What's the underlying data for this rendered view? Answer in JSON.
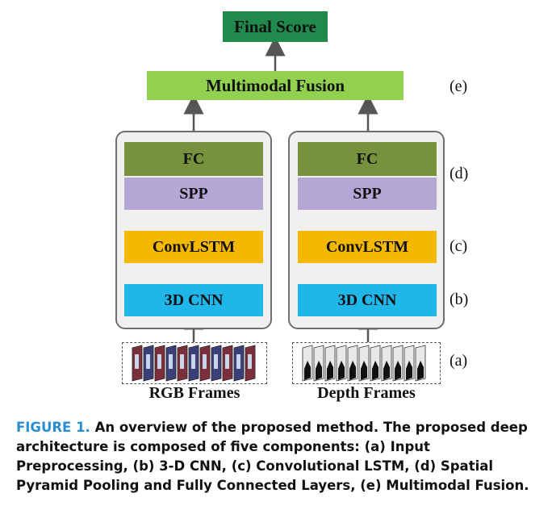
{
  "top": {
    "final_score": "Final Score",
    "fusion": "Multimodal Fusion"
  },
  "branches": [
    {
      "fc": "FC",
      "spp": "SPP",
      "convlstm": "ConvLSTM",
      "cnn": "3D CNN",
      "frames_label": "RGB Frames"
    },
    {
      "fc": "FC",
      "spp": "SPP",
      "convlstm": "ConvLSTM",
      "cnn": "3D CNN",
      "frames_label": "Depth Frames"
    }
  ],
  "stage_labels": {
    "e": "(e)",
    "d": "(d)",
    "c": "(c)",
    "b": "(b)",
    "a": "(a)"
  },
  "caption": {
    "tag": "FIGURE 1.",
    "text": " An overview of the proposed method. The proposed deep architecture is composed of five components: (a) Input Preprocessing, (b) 3-D CNN, (c) Convolutional LSTM, (d) Spatial Pyramid Pooling and Fully Connected Layers, (e) Multimodal Fusion."
  },
  "colors": {
    "final": "#1f8a4c",
    "fusion": "#92d050",
    "fc": "#76923c",
    "spp": "#b4a7d6",
    "convlstm": "#f5b800",
    "cnn": "#1fb6ea",
    "caption_tag": "#2a8fd1"
  }
}
